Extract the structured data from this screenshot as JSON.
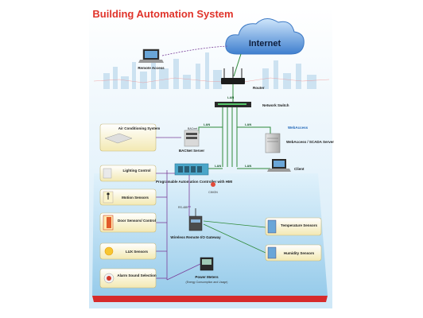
{
  "title": "Building Automation System",
  "cloud": {
    "label": "Internet"
  },
  "nodes": {
    "remote_access": "Remote Access",
    "router": "Router",
    "network_switch": "Network Switch",
    "air_conditioning": "Air Conditioning System",
    "bacnet_server": "BACNet Server",
    "webaccess_logo": "WebAccess",
    "webaccess_server": "WebAccess / SCADA Server",
    "lighting_control": "Lighting Control",
    "client": "Client",
    "pac": "Programable Automation Controller with HMI",
    "motion_sensors": "Motion Sensors",
    "door_sensors": "Door Sensors/ Control",
    "lux_sensors": "LUX Sensors",
    "alarm_sound": "Alarm Sound Selection",
    "temperature_sensors": "Temperature Sensors",
    "humidity_sensors": "Humidity Sensors",
    "wireless_gateway": "Wireless Remote I/O Gateway",
    "power_meters": "Power Meters",
    "power_meters_sub": "(Energy Consumption and Usage)",
    "bacnet_tag": "BACnet",
    "cimon_tag": "CIMON"
  },
  "links": {
    "lan": "LAN",
    "rs485": "RS-485"
  },
  "colors": {
    "title": "#e0332a",
    "cloud": "#4a86c8",
    "link_green": "#2f8a3a",
    "link_purple": "#7a3f9a",
    "platform_top": "#9fd0ec",
    "platform_side": "#d62b2b"
  }
}
